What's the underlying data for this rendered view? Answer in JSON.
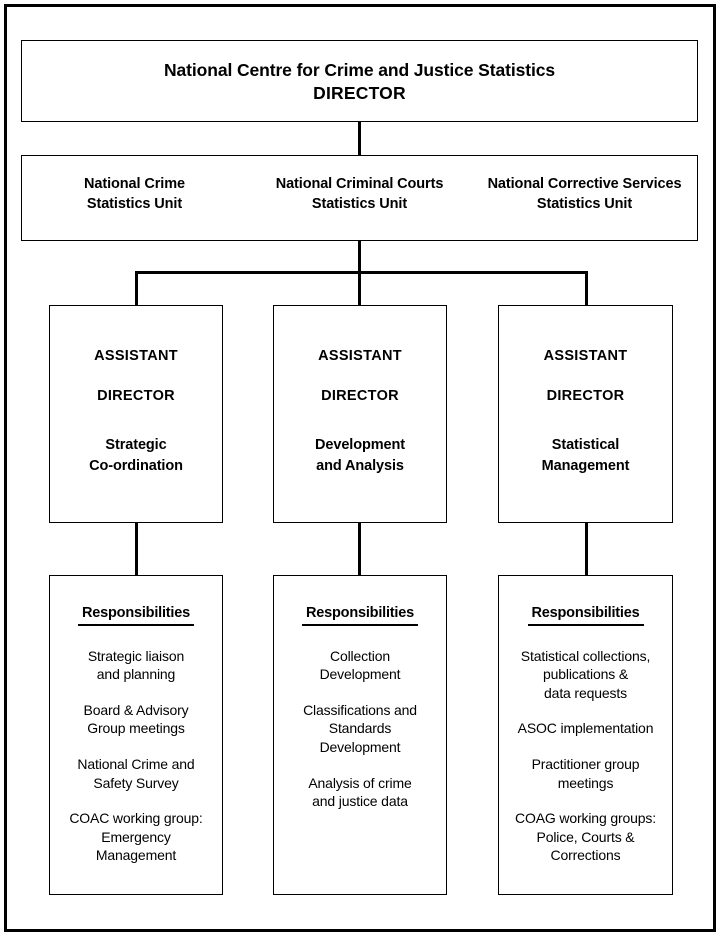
{
  "director": {
    "line1": "National Centre for Crime and Justice Statistics",
    "line2": "DIRECTOR"
  },
  "units": [
    {
      "line1": "National Crime",
      "line2": "Statistics Unit"
    },
    {
      "line1": "National Criminal Courts",
      "line2": "Statistics Unit"
    },
    {
      "line1": "National Corrective Services",
      "line2": "Statistics Unit"
    }
  ],
  "assistant_directors": [
    {
      "title_line1": "ASSISTANT",
      "title_line2": "DIRECTOR",
      "area_line1": "Strategic",
      "area_line2": "Co-ordination"
    },
    {
      "title_line1": "ASSISTANT",
      "title_line2": "DIRECTOR",
      "area_line1": "Development",
      "area_line2": "and Analysis"
    },
    {
      "title_line1": "ASSISTANT",
      "title_line2": "DIRECTOR",
      "area_line1": "Statistical",
      "area_line2": "Management"
    }
  ],
  "responsibilities": [
    {
      "heading": "Responsibilities",
      "items": [
        "Strategic liaison\nand planning",
        "Board & Advisory\nGroup meetings",
        "National Crime and\nSafety Survey",
        "COAC working group:\nEmergency\nManagement"
      ]
    },
    {
      "heading": "Responsibilities",
      "items": [
        "Collection\nDevelopment",
        "Classifications and\nStandards\nDevelopment",
        "Analysis of crime\nand justice data"
      ]
    },
    {
      "heading": "Responsibilities",
      "items": [
        "Statistical collections,\npublications &\ndata requests",
        "ASOC implementation",
        "Practitioner group\nmeetings",
        "COAG working groups:\nPolice, Courts &\nCorrections"
      ]
    }
  ],
  "colors": {
    "line": "#000000",
    "background": "#ffffff",
    "text": "#000000"
  }
}
